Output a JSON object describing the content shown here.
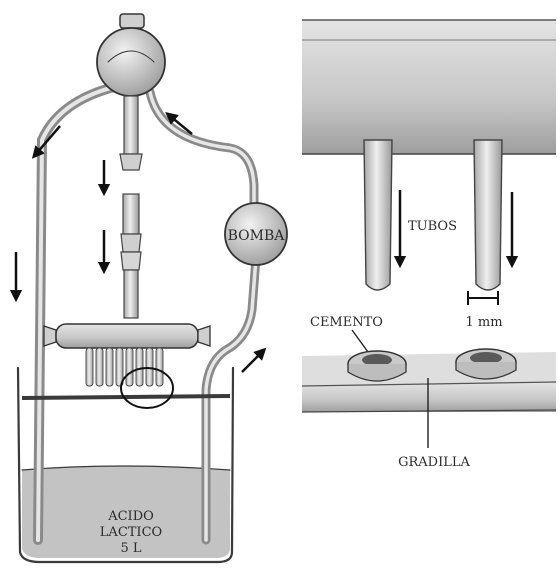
{
  "labels": {
    "pump": "BOMBA",
    "acid_line1": "ACIDO",
    "acid_line2": "LACTICO",
    "acid_line3": "5 L",
    "tubes": "TUBOS",
    "scale": "1 mm",
    "cement": "CEMENTO",
    "rack": "GRADILLA"
  },
  "colors": {
    "ink": "#2b2b2b",
    "glass_fill": "#dcdcdc",
    "liquid": "#b9b9b9",
    "block": "#cfcfcf",
    "rack_plate": "#c8c8c8"
  },
  "icons": {
    "flow_arrows": "arrow-icon",
    "highlight_circle": "circle-icon"
  }
}
